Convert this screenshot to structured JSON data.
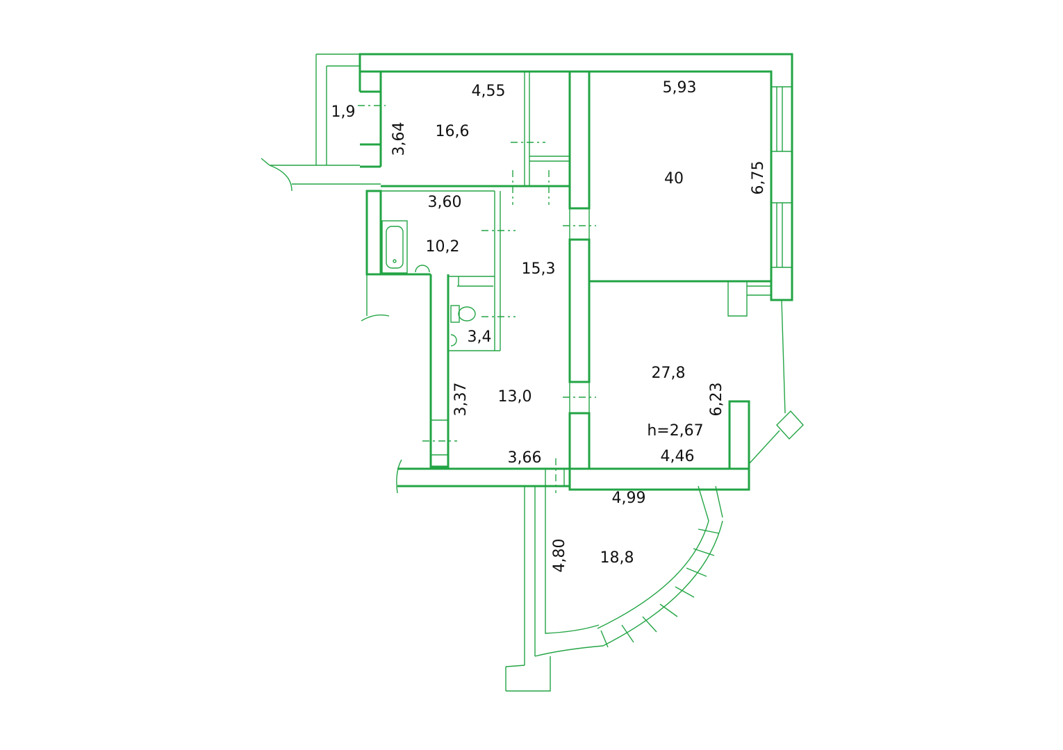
{
  "colors": {
    "wall": "#22a444",
    "text": "#111111",
    "background": "#ffffff"
  },
  "rooms": [
    {
      "id": "room-a",
      "area": "16,6",
      "dim_w": "4,55",
      "dim_h": "3,64"
    },
    {
      "id": "room-b",
      "area": "40",
      "dim_w": "5,93",
      "dim_h": "6,75"
    },
    {
      "id": "bathroom",
      "area": "10,2",
      "dim_w": "3,60"
    },
    {
      "id": "corridor",
      "area": "15,3"
    },
    {
      "id": "toilet",
      "area": "3,4"
    },
    {
      "id": "hall",
      "area": "13,0",
      "dim_h": "3,37",
      "dim_w": "3,66"
    },
    {
      "id": "room-c",
      "area": "27,8",
      "dim_h": "6,23",
      "dim_w": "4,46",
      "height": "h=2,67"
    },
    {
      "id": "room-d",
      "area": "18,8",
      "dim_h": "4,80",
      "dim_w": "4,99"
    }
  ],
  "balcony": {
    "dim": "1,9"
  }
}
